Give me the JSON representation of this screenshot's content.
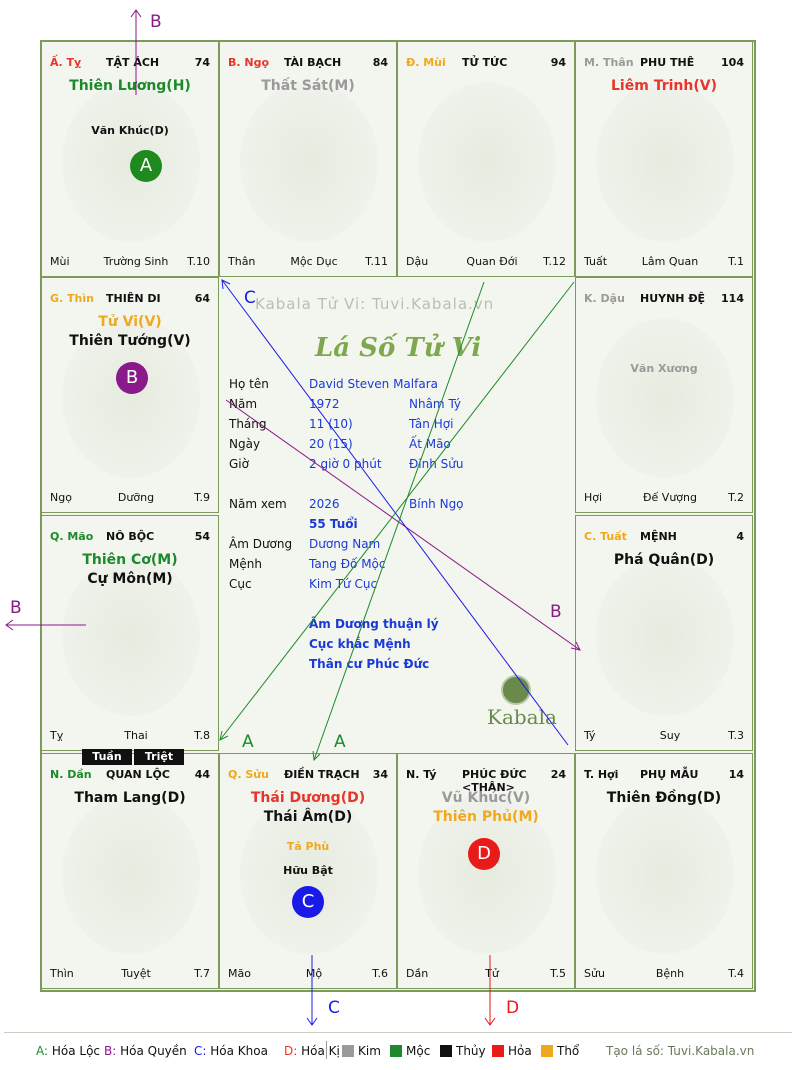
{
  "watermark": "Kabala Tử Vi: Tuvi.Kabala.vn",
  "center_title": "Lá Số Tử Vi",
  "logo_text": "Kabala",
  "info": [
    {
      "label": "Họ tên",
      "v1": "David Steven Malfara",
      "v2": ""
    },
    {
      "label": "Năm",
      "v1": "1972",
      "v2": "Nhâm Tý"
    },
    {
      "label": "Tháng",
      "v1": "11 (10)",
      "v2": "Tân Hợi"
    },
    {
      "label": "Ngày",
      "v1": "20 (15)",
      "v2": "Ất Mão"
    },
    {
      "label": "Giờ",
      "v1": "2 giờ 0 phút",
      "v2": "Đinh Sửu"
    },
    {
      "label": "Năm xem",
      "v1": "2026",
      "v2": "Bính Ngọ"
    },
    {
      "label": "",
      "v1": "55 Tuổi",
      "v2": ""
    },
    {
      "label": "Âm Dương",
      "v1": "Dương Nam",
      "v2": ""
    },
    {
      "label": "Mệnh",
      "v1": "Tang Đố Mộc",
      "v2": ""
    },
    {
      "label": "Cục",
      "v1": "Kim Tứ Cục",
      "v2": ""
    }
  ],
  "notes": [
    "Âm Dương thuận lý",
    "Cục khắc Mệnh",
    "Thân cư Phúc Đức"
  ],
  "cells": [
    {
      "id": "ty",
      "can": "Ấ. Tỵ",
      "can_color": "#e8352c",
      "palace": "TẬT ÁCH",
      "num": "74",
      "stars": [
        {
          "t": "Thiên Lương(H)",
          "c": "#1c8a2a",
          "s": 14
        }
      ],
      "minor": [
        "Văn Khúc(D)"
      ],
      "circle": {
        "t": "A",
        "c": "#1e8a1e"
      },
      "footer": [
        "Mùi",
        "Trường Sinh",
        "T.10"
      ]
    },
    {
      "id": "ngo",
      "can": "B. Ngọ",
      "can_color": "#e8352c",
      "palace": "TÀI BẠCH",
      "num": "84",
      "stars": [
        {
          "t": "Thất Sát(M)",
          "c": "#9a9a9a",
          "s": 14
        }
      ],
      "minor": [],
      "footer": [
        "Thân",
        "Mộc Dục",
        "T.11"
      ]
    },
    {
      "id": "mui",
      "can": "Đ. Mùi",
      "can_color": "#f0a81c",
      "palace": "TỬ TỨC",
      "num": "94",
      "stars": [],
      "minor": [],
      "footer": [
        "Dậu",
        "Quan Đới",
        "T.12"
      ]
    },
    {
      "id": "than",
      "can": "M. Thân",
      "can_color": "#9a9a9a",
      "palace": "PHU THÊ",
      "num": "104",
      "stars": [
        {
          "t": "Liêm Trinh(V)",
          "c": "#e8352c",
          "s": 14
        }
      ],
      "minor": [],
      "footer": [
        "Tuất",
        "Lâm Quan",
        "T.1"
      ]
    },
    {
      "id": "thin",
      "can": "G. Thìn",
      "can_color": "#f0a81c",
      "palace": "THIÊN DI",
      "num": "64",
      "stars": [
        {
          "t": "Tử Vi(V)",
          "c": "#f0a81c",
          "s": 14
        },
        {
          "t": "Thiên Tướng(V)",
          "c": "#111111",
          "s": 14
        }
      ],
      "minor": [],
      "circle": {
        "t": "B",
        "c": "#8a1a8a"
      },
      "footer": [
        "Ngọ",
        "Dưỡng",
        "T.9"
      ]
    },
    {
      "id": "dau",
      "can": "K. Dậu",
      "can_color": "#9a9a9a",
      "palace": "HUYNH ĐỆ",
      "num": "114",
      "stars": [],
      "minor_gray": [
        "Văn Xương"
      ],
      "footer": [
        "Hợi",
        "Đế Vượng",
        "T.2"
      ]
    },
    {
      "id": "mao",
      "can": "Q. Mão",
      "can_color": "#1c8a2a",
      "palace": "NÔ BỘC",
      "num": "54",
      "stars": [
        {
          "t": "Thiên Cơ(M)",
          "c": "#1c8a2a",
          "s": 14
        },
        {
          "t": "Cự Môn(M)",
          "c": "#111111",
          "s": 14
        }
      ],
      "minor": [],
      "footer": [
        "Tỵ",
        "Thai",
        "T.8"
      ]
    },
    {
      "id": "tuat",
      "can": "C. Tuất",
      "can_color": "#f0a81c",
      "palace": "MỆNH",
      "num": "4",
      "stars": [
        {
          "t": "Phá Quân(D)",
          "c": "#111111",
          "s": 14
        }
      ],
      "minor": [],
      "footer": [
        "Tý",
        "Suy",
        "T.3"
      ]
    },
    {
      "id": "dan",
      "can": "N. Dần",
      "can_color": "#1c8a2a",
      "palace": "QUAN LỘC",
      "num": "44",
      "stars": [
        {
          "t": "Tham Lang(D)",
          "c": "#111111",
          "s": 14
        }
      ],
      "minor": [],
      "footer": [
        "Thìn",
        "Tuyệt",
        "T.7"
      ]
    },
    {
      "id": "suu",
      "can": "Q. Sửu",
      "can_color": "#f0a81c",
      "palace": "ĐIỀN TRẠCH",
      "num": "34",
      "stars": [
        {
          "t": "Thái Dương(D)",
          "c": "#e8352c",
          "s": 14
        },
        {
          "t": "Thái Âm(D)",
          "c": "#111111",
          "s": 14
        }
      ],
      "minor_orange": [
        "Tả Phù"
      ],
      "minor": [
        "Hữu Bật"
      ],
      "circle": {
        "t": "C",
        "c": "#1a1ae8"
      },
      "footer": [
        "Mão",
        "Mộ",
        "T.6"
      ]
    },
    {
      "id": "tyz",
      "can": "N. Tý",
      "can_color": "#111111",
      "palace": "PHÚC ĐỨC <THÂN>",
      "num": "24",
      "stars": [
        {
          "t": "Vũ Khúc(V)",
          "c": "#9a9a9a",
          "s": 14
        },
        {
          "t": "Thiên Phủ(M)",
          "c": "#f0a81c",
          "s": 14
        }
      ],
      "minor": [],
      "circle": {
        "t": "D",
        "c": "#e81a1a"
      },
      "footer": [
        "Dần",
        "Tử",
        "T.5"
      ]
    },
    {
      "id": "hoi",
      "can": "T. Hợi",
      "can_color": "#111111",
      "palace": "PHỤ MẪU",
      "num": "14",
      "stars": [
        {
          "t": "Thiên Đồng(D)",
          "c": "#111111",
          "s": 14
        }
      ],
      "minor": [],
      "footer": [
        "Sửu",
        "Bệnh",
        "T.4"
      ]
    }
  ],
  "tags": [
    "Tuần",
    "Triệt"
  ],
  "arrows": {
    "b_top": "B",
    "b_left": "B",
    "b_right": "B",
    "c_top": "C",
    "c_bottom": "C",
    "d_bottom": "D",
    "a1": "A",
    "a2": "A"
  },
  "legend": {
    "hoa": [
      {
        "k": "A:",
        "v": " Hóa Lộc",
        "c": "#1c8a2a"
      },
      {
        "k": "B:",
        "v": " Hóa Quyền",
        "c": "#8a1a8a"
      },
      {
        "k": "C:",
        "v": " Hóa Khoa",
        "c": "#1a1ae8"
      },
      {
        "k": "D:",
        "v": " Hóa Kị",
        "c": "#e8352c"
      }
    ],
    "elements": [
      {
        "n": "Kim",
        "c": "#9a9a9a"
      },
      {
        "n": "Mộc",
        "c": "#1c8a2a"
      },
      {
        "n": "Thủy",
        "c": "#111111"
      },
      {
        "n": "Hỏa",
        "c": "#e81a1a"
      },
      {
        "n": "Thổ",
        "c": "#f0a81c"
      }
    ],
    "site": "Tạo lá số: Tuvi.Kabala.vn"
  }
}
